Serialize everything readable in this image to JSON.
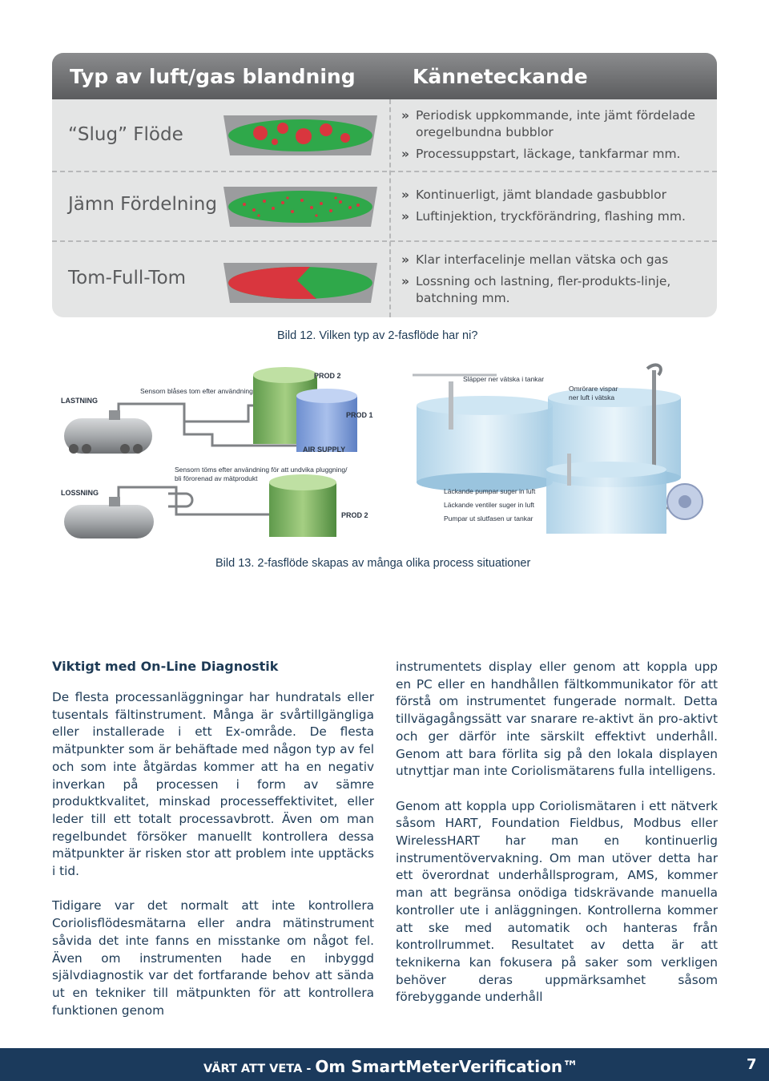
{
  "table": {
    "header_type": "Typ av luft/gas blandning",
    "header_char": "Känneteckande",
    "rows": [
      {
        "name": "“Slug” Flöde",
        "bullets": [
          "Periodisk uppkommande, inte jämt fördelade oregelbundna bubblor",
          "Processuppstart, läckage, tankfarmar mm."
        ]
      },
      {
        "name": "Jämn Fördelning",
        "bullets": [
          "Kontinuerligt, jämt blandade gasbubblor",
          "Luftinjektion, tryckförändring, flashing mm."
        ]
      },
      {
        "name": "Tom-Full-Tom",
        "bullets": [
          "Klar interfacelinje mellan vätska och gas",
          "Lossning och lastning, fler-produkts-linje, batchning mm."
        ]
      }
    ],
    "bullet_marker": "»"
  },
  "caption12": "Bild 12. Vilken typ av 2-fasflöde har ni?",
  "process": {
    "lastning": "LASTNING",
    "lossning": "LOSSNING",
    "sensor_blown": "Sensorn blåses tom efter användning",
    "prod2": "PROD 2",
    "prod1": "PROD 1",
    "air_supply": "AIR SUPPLY",
    "sensor_emptied_1": "Sensorn töms efter användning för att undvika pluggning/",
    "sensor_emptied_2": "bli förorenad av mätprodukt",
    "prod2b": "PROD 2",
    "slapper": "Släpper ner vätska i tankar",
    "omrorare_1": "Omrörare vispar",
    "omrorare_2": "ner luft i vätska",
    "leak1": "Läckande pumpar suger in luft",
    "leak2": "Läckande ventiler suger in luft",
    "leak3": "Pumpar ut slutfasen ur tankar"
  },
  "caption13": "Bild 13. 2-fasflöde skapas av många olika process situationer",
  "left_column": {
    "heading": "Viktigt med On-Line Diagnostik",
    "p1": "De flesta processanläggningar har hundratals eller tusentals fältinstrument. Många är svårtillgängliga eller installerade i ett Ex-område. De flesta mätpunkter som är behäftade med någon typ av fel och som inte åtgärdas kommer att ha en negativ inverkan på processen i form av sämre produktkvalitet, minskad processeffektivitet, eller leder till ett totalt processavbrott. Även om man regelbundet försöker manuellt kontrollera dessa mätpunkter är risken stor att problem inte upptäcks i tid.",
    "p2": "Tidigare var det normalt att inte kontrollera Coriolisflödesmätarna eller andra mätinstrument såvida det inte fanns en misstanke om något fel. Även om instrumenten hade en inbyggd självdiagnostik var det fortfarande behov att sända ut en tekniker till mätpunkten för att kontrollera funktionen genom"
  },
  "right_column": {
    "p1": "instrumentets display eller genom att koppla upp en PC eller en handhållen fältkommunikator för att förstå om instrumentet fungerade normalt. Detta tillvägagångssätt var snarare re-aktivt än pro-aktivt och ger därför inte särskilt effektivt underhåll. Genom att bara förlita sig på den lokala displayen utnyttjar man inte Coriolismätarens fulla intelligens.",
    "p2": "Genom att koppla upp Coriolismätaren i ett nätverk såsom HART, Foundation Fieldbus, Modbus eller WirelessHART har man en kontinuerlig instrumentövervakning. Om man utöver detta har ett överordnat underhållsprogram, AMS, kommer man att begränsa onödiga tidskrävande manuella kontroller ute i anläggningen. Kontrollerna kommer att ske med automatik och hanteras från kontrollrummet. Resultatet av detta är att teknikerna kan fokusera på saker som verkligen behöver deras uppmärksamhet såsom förebyggande underhåll"
  },
  "footer": {
    "prefix": "VÄRT ATT VETA - ",
    "title": "Om SmartMeterVerification™",
    "page": "7"
  }
}
